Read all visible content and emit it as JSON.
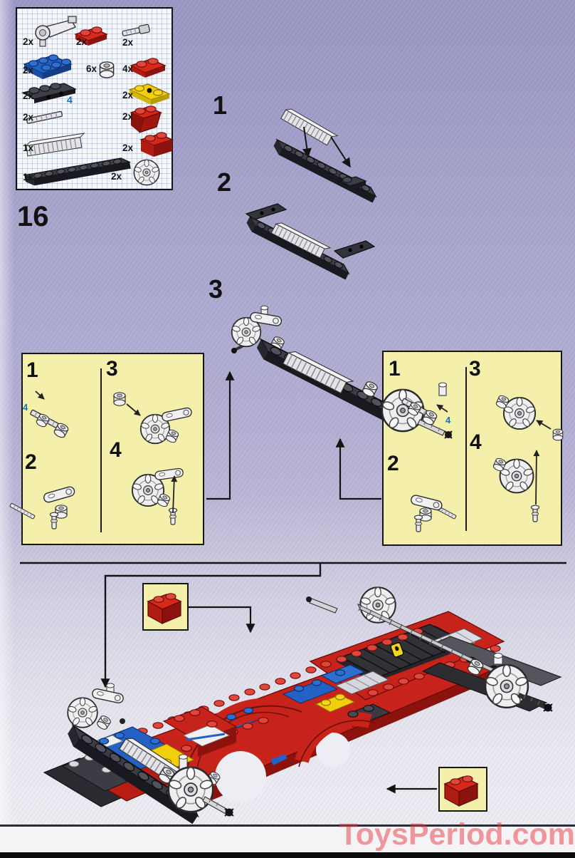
{
  "page": {
    "step_number": "16",
    "watermark": "ToysPeriod.com"
  },
  "steps": [
    {
      "label": "1"
    },
    {
      "label": "2"
    },
    {
      "label": "3"
    }
  ],
  "parts_box": {
    "items": [
      {
        "name": "steering-arm",
        "color": "gray",
        "count": "2x"
      },
      {
        "name": "plate-1x2",
        "color": "red",
        "count": "2x"
      },
      {
        "name": "axle-pin",
        "color": "gray",
        "count": "2x"
      },
      {
        "name": "plate-2x3",
        "color": "blue",
        "count": "2x"
      },
      {
        "name": "bush",
        "color": "gray",
        "count": "6x"
      },
      {
        "name": "plate-2x2",
        "color": "red",
        "count": "4x"
      },
      {
        "name": "plate-1x4-holes",
        "color": "dark-gray",
        "count": "2x"
      },
      {
        "name": "plate-2x2-corner",
        "color": "yellow",
        "count": "2x"
      },
      {
        "name": "axle-4",
        "color": "gray",
        "count": "2x",
        "length_label": "4"
      },
      {
        "name": "slope-inverted",
        "color": "red",
        "count": "2x"
      },
      {
        "name": "gear-rack",
        "color": "light-gray",
        "count": "1x"
      },
      {
        "name": "brick-1x2",
        "color": "red",
        "count": "2x"
      },
      {
        "name": "plate-1x8",
        "color": "black",
        "count": "1x"
      },
      {
        "name": "wheel-hub",
        "color": "gray",
        "count": "2x"
      }
    ]
  },
  "assembly_boxes": {
    "left": {
      "substeps": [
        {
          "label": "1",
          "axle_length_label": "4"
        },
        {
          "label": "2"
        },
        {
          "label": "3"
        },
        {
          "label": "4"
        }
      ]
    },
    "right": {
      "substeps": [
        {
          "label": "1",
          "axle_length_label": "4"
        },
        {
          "label": "2"
        },
        {
          "label": "3"
        },
        {
          "label": "4"
        }
      ]
    }
  },
  "callouts": {
    "top_brick": {
      "part": "brick-1x2",
      "color": "red"
    },
    "bottom_brick": {
      "part": "brick-1x2",
      "color": "red"
    }
  },
  "colors": {
    "background": "#a2a0c8",
    "panel_yellow": "#f4efab",
    "lego_red": "#c7231b",
    "lego_blue": "#2461c4",
    "lego_yellow": "#f2cf0c",
    "light_gray": "#ededf0",
    "dark": "#1d1d22",
    "watermark": "#e73842",
    "line": "#141414"
  }
}
